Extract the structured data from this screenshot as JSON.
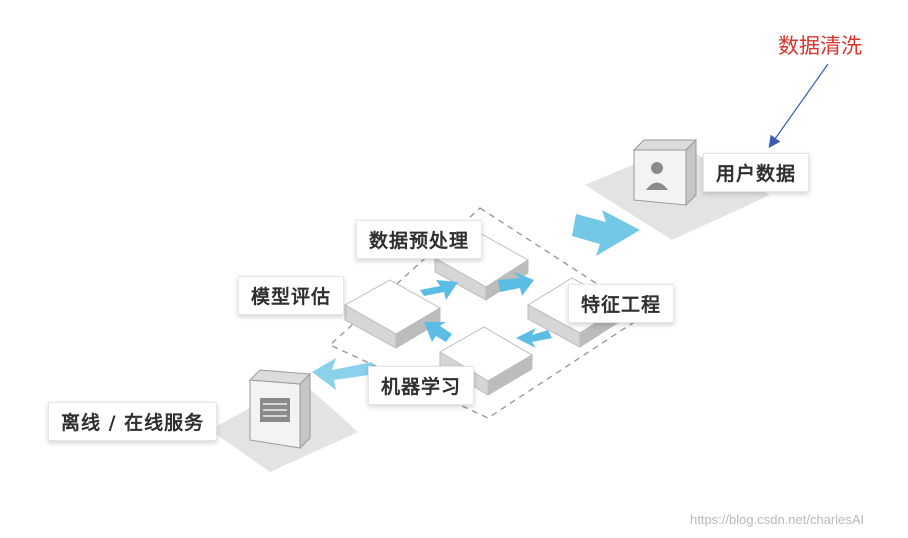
{
  "annotation": {
    "text": "数据清洗",
    "color": "#d9352b",
    "arrow_color": "#3b5bb5"
  },
  "nodes": {
    "user_data": "用户数据",
    "preprocess": "数据预处理",
    "feature": "特征工程",
    "ml": "机器学习",
    "evaluate": "模型评估",
    "service": "离线 / 在线服务"
  },
  "colors": {
    "arrow": "#5bbde3",
    "platform": "#e3e3e3",
    "block_top": "#ffffff",
    "block_side": "#cfcfcf",
    "dashed_outline": "#9a9a9a"
  },
  "watermark": "https://blog.csdn.net/charlesAI"
}
